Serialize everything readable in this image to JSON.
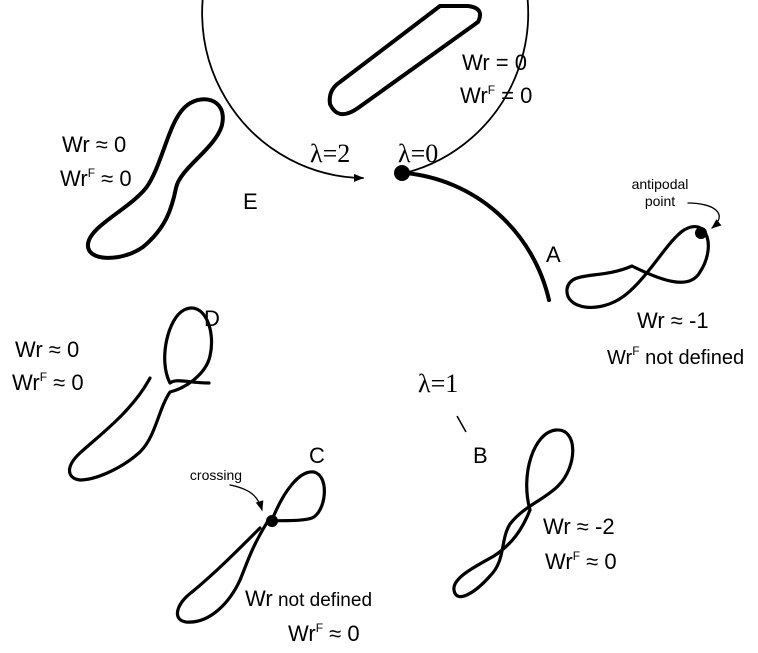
{
  "points": {
    "A": "A",
    "B": "B",
    "C": "C",
    "D": "D",
    "E": "E"
  },
  "lambda": {
    "l0": "λ=0",
    "l1": "λ=1",
    "l2": "λ=2"
  },
  "annotations": {
    "antipodal_line1": "antipodal",
    "antipodal_line2": "point",
    "crossing": "crossing"
  },
  "top": {
    "wr": "Wr = 0",
    "wrf_base": "Wr",
    "wrf_sup": "F",
    "wrf_rest": " = 0"
  },
  "e": {
    "wr": "Wr ≈ 0",
    "wrf_base": "Wr",
    "wrf_sup": "F",
    "wrf_rest": " ≈ 0"
  },
  "a": {
    "wr": "Wr ≈ -1",
    "wrf_base": "Wr",
    "wrf_sup": "F",
    "wrf_rest": " not defined"
  },
  "d": {
    "wr": "Wr ≈ 0",
    "wrf_base": "Wr",
    "wrf_sup": "F",
    "wrf_rest": " ≈ 0"
  },
  "b": {
    "wr": "Wr ≈ -2",
    "wrf_base": "Wr",
    "wrf_sup": "F",
    "wrf_rest": " ≈ 0"
  },
  "c": {
    "wr_base": "Wr",
    "wr_rest": " not defined",
    "wrf_base": "Wr",
    "wrf_sup": "F",
    "wrf_rest": " ≈ 0"
  }
}
